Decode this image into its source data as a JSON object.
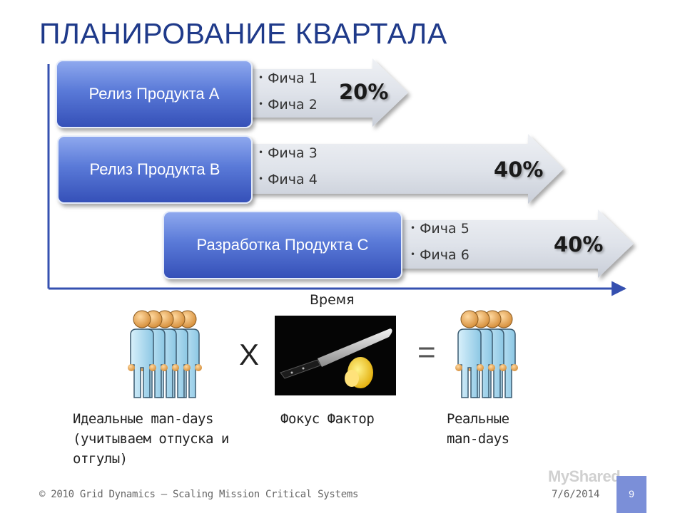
{
  "title": "ПЛАНИРОВАНИЕ КВАРТАЛА",
  "releases": [
    {
      "label": "Релиз Продукта А",
      "features": [
        "Фича 1",
        "Фича 2"
      ],
      "share": "20%"
    },
    {
      "label": "Релиз Продукта В",
      "features": [
        "Фича 3",
        "Фича 4"
      ],
      "share": "40%"
    },
    {
      "label": "Разработка Продукта С",
      "features": [
        "Фича 5",
        "Фича 6"
      ],
      "share": "40%"
    }
  ],
  "time_label": "Время",
  "equation": {
    "multiply_sign": "X",
    "equals_sign": "=",
    "ideal_caption": [
      "Идеальные man-days",
      "(учитываем отпуска и",
      "отгулы)"
    ],
    "focus_caption": "Фокус Фактор",
    "real_caption": [
      "Реальные",
      "man-days"
    ]
  },
  "footer": {
    "text": "© 2010 Grid Dynamics — Scaling Mission Critical Systems",
    "date": "7/6/2014",
    "slide_number": "9"
  },
  "watermark": "MyShared",
  "colors": {
    "title": "#1f3a8a",
    "release_box": "#4a68cc",
    "arrow_fill": "#dfe3ea",
    "slide_number_bg": "#7b8fd8"
  }
}
